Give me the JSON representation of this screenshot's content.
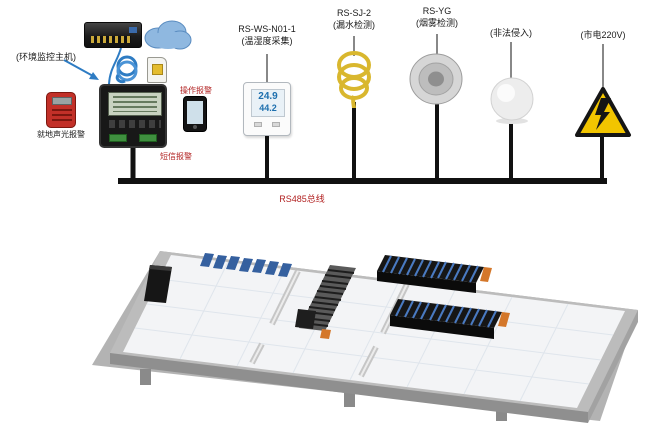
{
  "cluster": {
    "host_label": "(环境监控主机)",
    "local_alarm_label": "就地声光报警",
    "op_alarm_label": "操作报警",
    "sms_alarm_label": "短信报警"
  },
  "bus": {
    "label": "RS485总线"
  },
  "sensors": {
    "temp": {
      "model": "RS-WS-N01-1",
      "desc": "(温湿度采集)",
      "lcd_top": "24.9",
      "lcd_bottom": "44.2"
    },
    "leak": {
      "model": "RS-SJ-2",
      "desc": "(漏水检测)"
    },
    "smoke": {
      "model": "RS-YG",
      "desc": "(烟雾检测)"
    },
    "intrusion": {
      "desc": "(非法侵入)"
    },
    "mains": {
      "desc": "(市电220V)"
    }
  },
  "colors": {
    "bus_line": "#111111",
    "label_red": "#b22222",
    "arrow_blue": "#2e7cc3",
    "leak_cable_yellow": "#d9b72e",
    "warning_yellow": "#f2c500",
    "cloud_blue": "#8fb8e0"
  }
}
